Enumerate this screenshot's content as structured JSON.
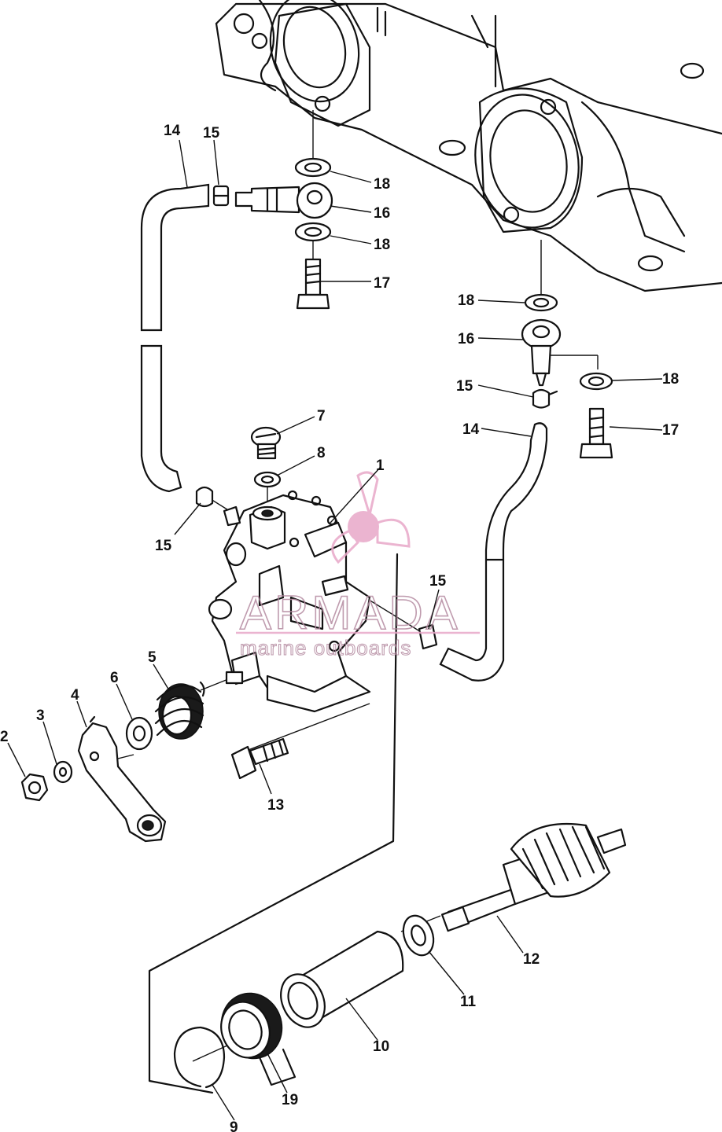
{
  "diagram": {
    "callouts": {
      "c1": "1",
      "c2": "2",
      "c3": "3",
      "c4": "4",
      "c5": "5",
      "c6": "6",
      "c7": "7",
      "c8": "8",
      "c9": "9",
      "c10": "10",
      "c11": "11",
      "c12": "12",
      "c13": "13",
      "c14a": "14",
      "c14b": "14",
      "c15a": "15",
      "c15b": "15",
      "c15c": "15",
      "c15d": "15",
      "c16a": "16",
      "c16b": "16",
      "c17a": "17",
      "c17b": "17",
      "c18a": "18",
      "c18b": "18",
      "c18c": "18",
      "c18d": "18",
      "c19": "19"
    }
  },
  "watermark": {
    "brand": "ARMADA",
    "tagline": "marine outboards",
    "color": "#e8a8c8",
    "icon": "propeller-logo-icon"
  }
}
